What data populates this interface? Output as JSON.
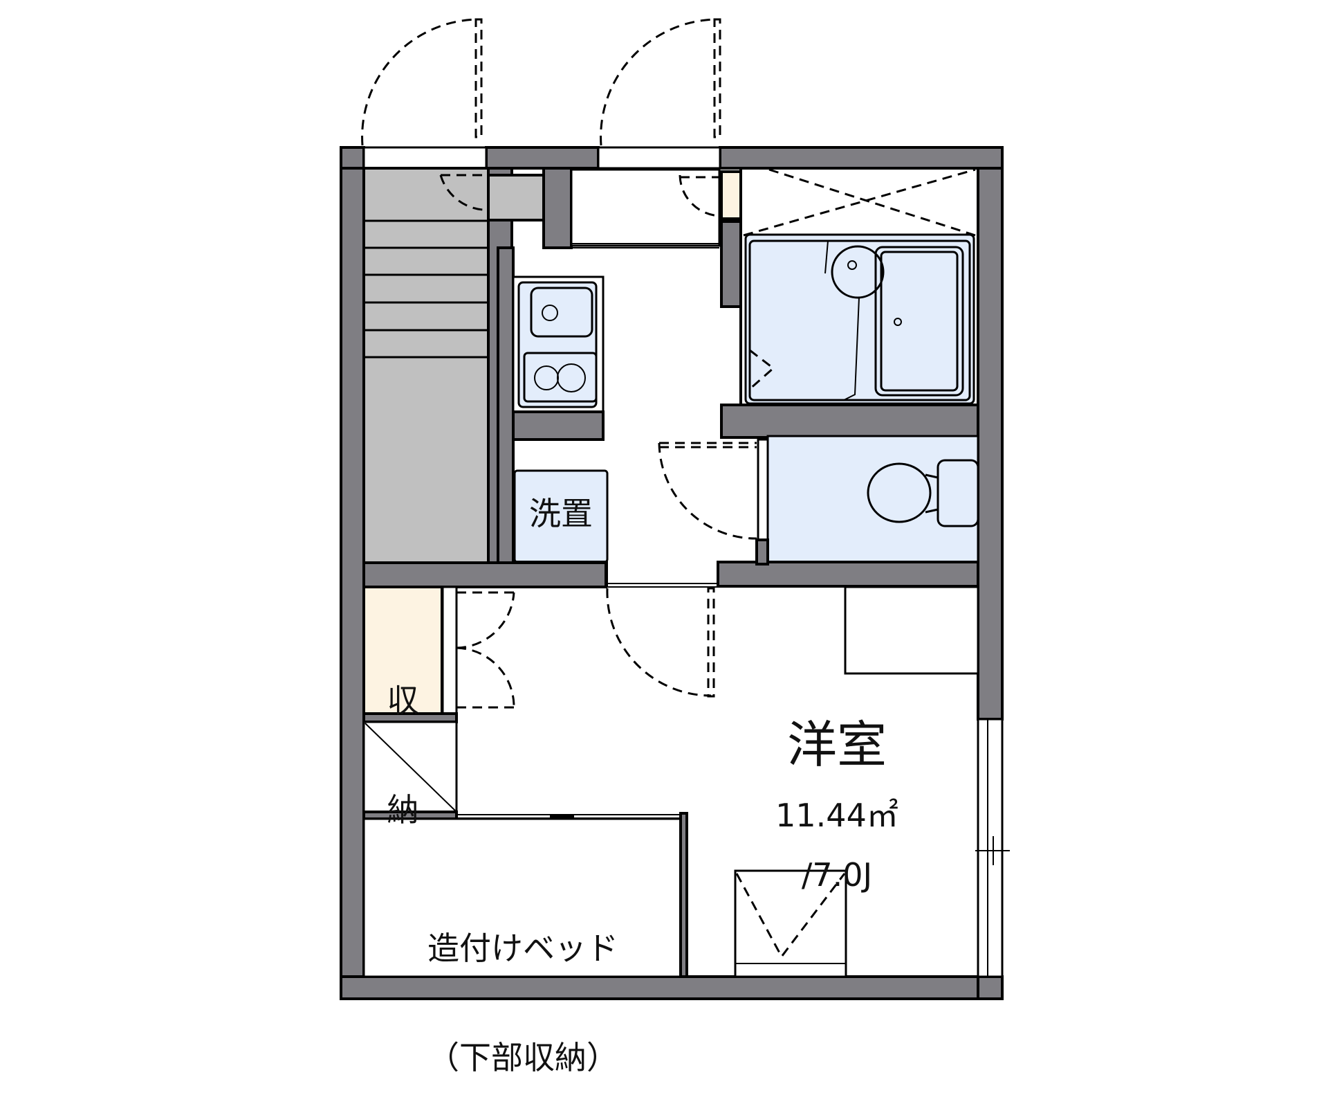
{
  "floorplan": {
    "rooms": {
      "western_room": {
        "name": "洋室",
        "area": "11.44㎡",
        "size_jo": "/7.0J"
      },
      "washer": {
        "name": "洗置"
      },
      "storage": {
        "line1": "収",
        "line2": "納"
      },
      "built_in_bed": {
        "line1": "造付けベッド",
        "line2": "（下部収納）"
      }
    },
    "colors": {
      "wall": "#7f7e83",
      "stairs": "#c0c0c0",
      "wet_area": "#e3edfb",
      "storage": "#fdf3e2",
      "floor": "#ffffff"
    }
  }
}
